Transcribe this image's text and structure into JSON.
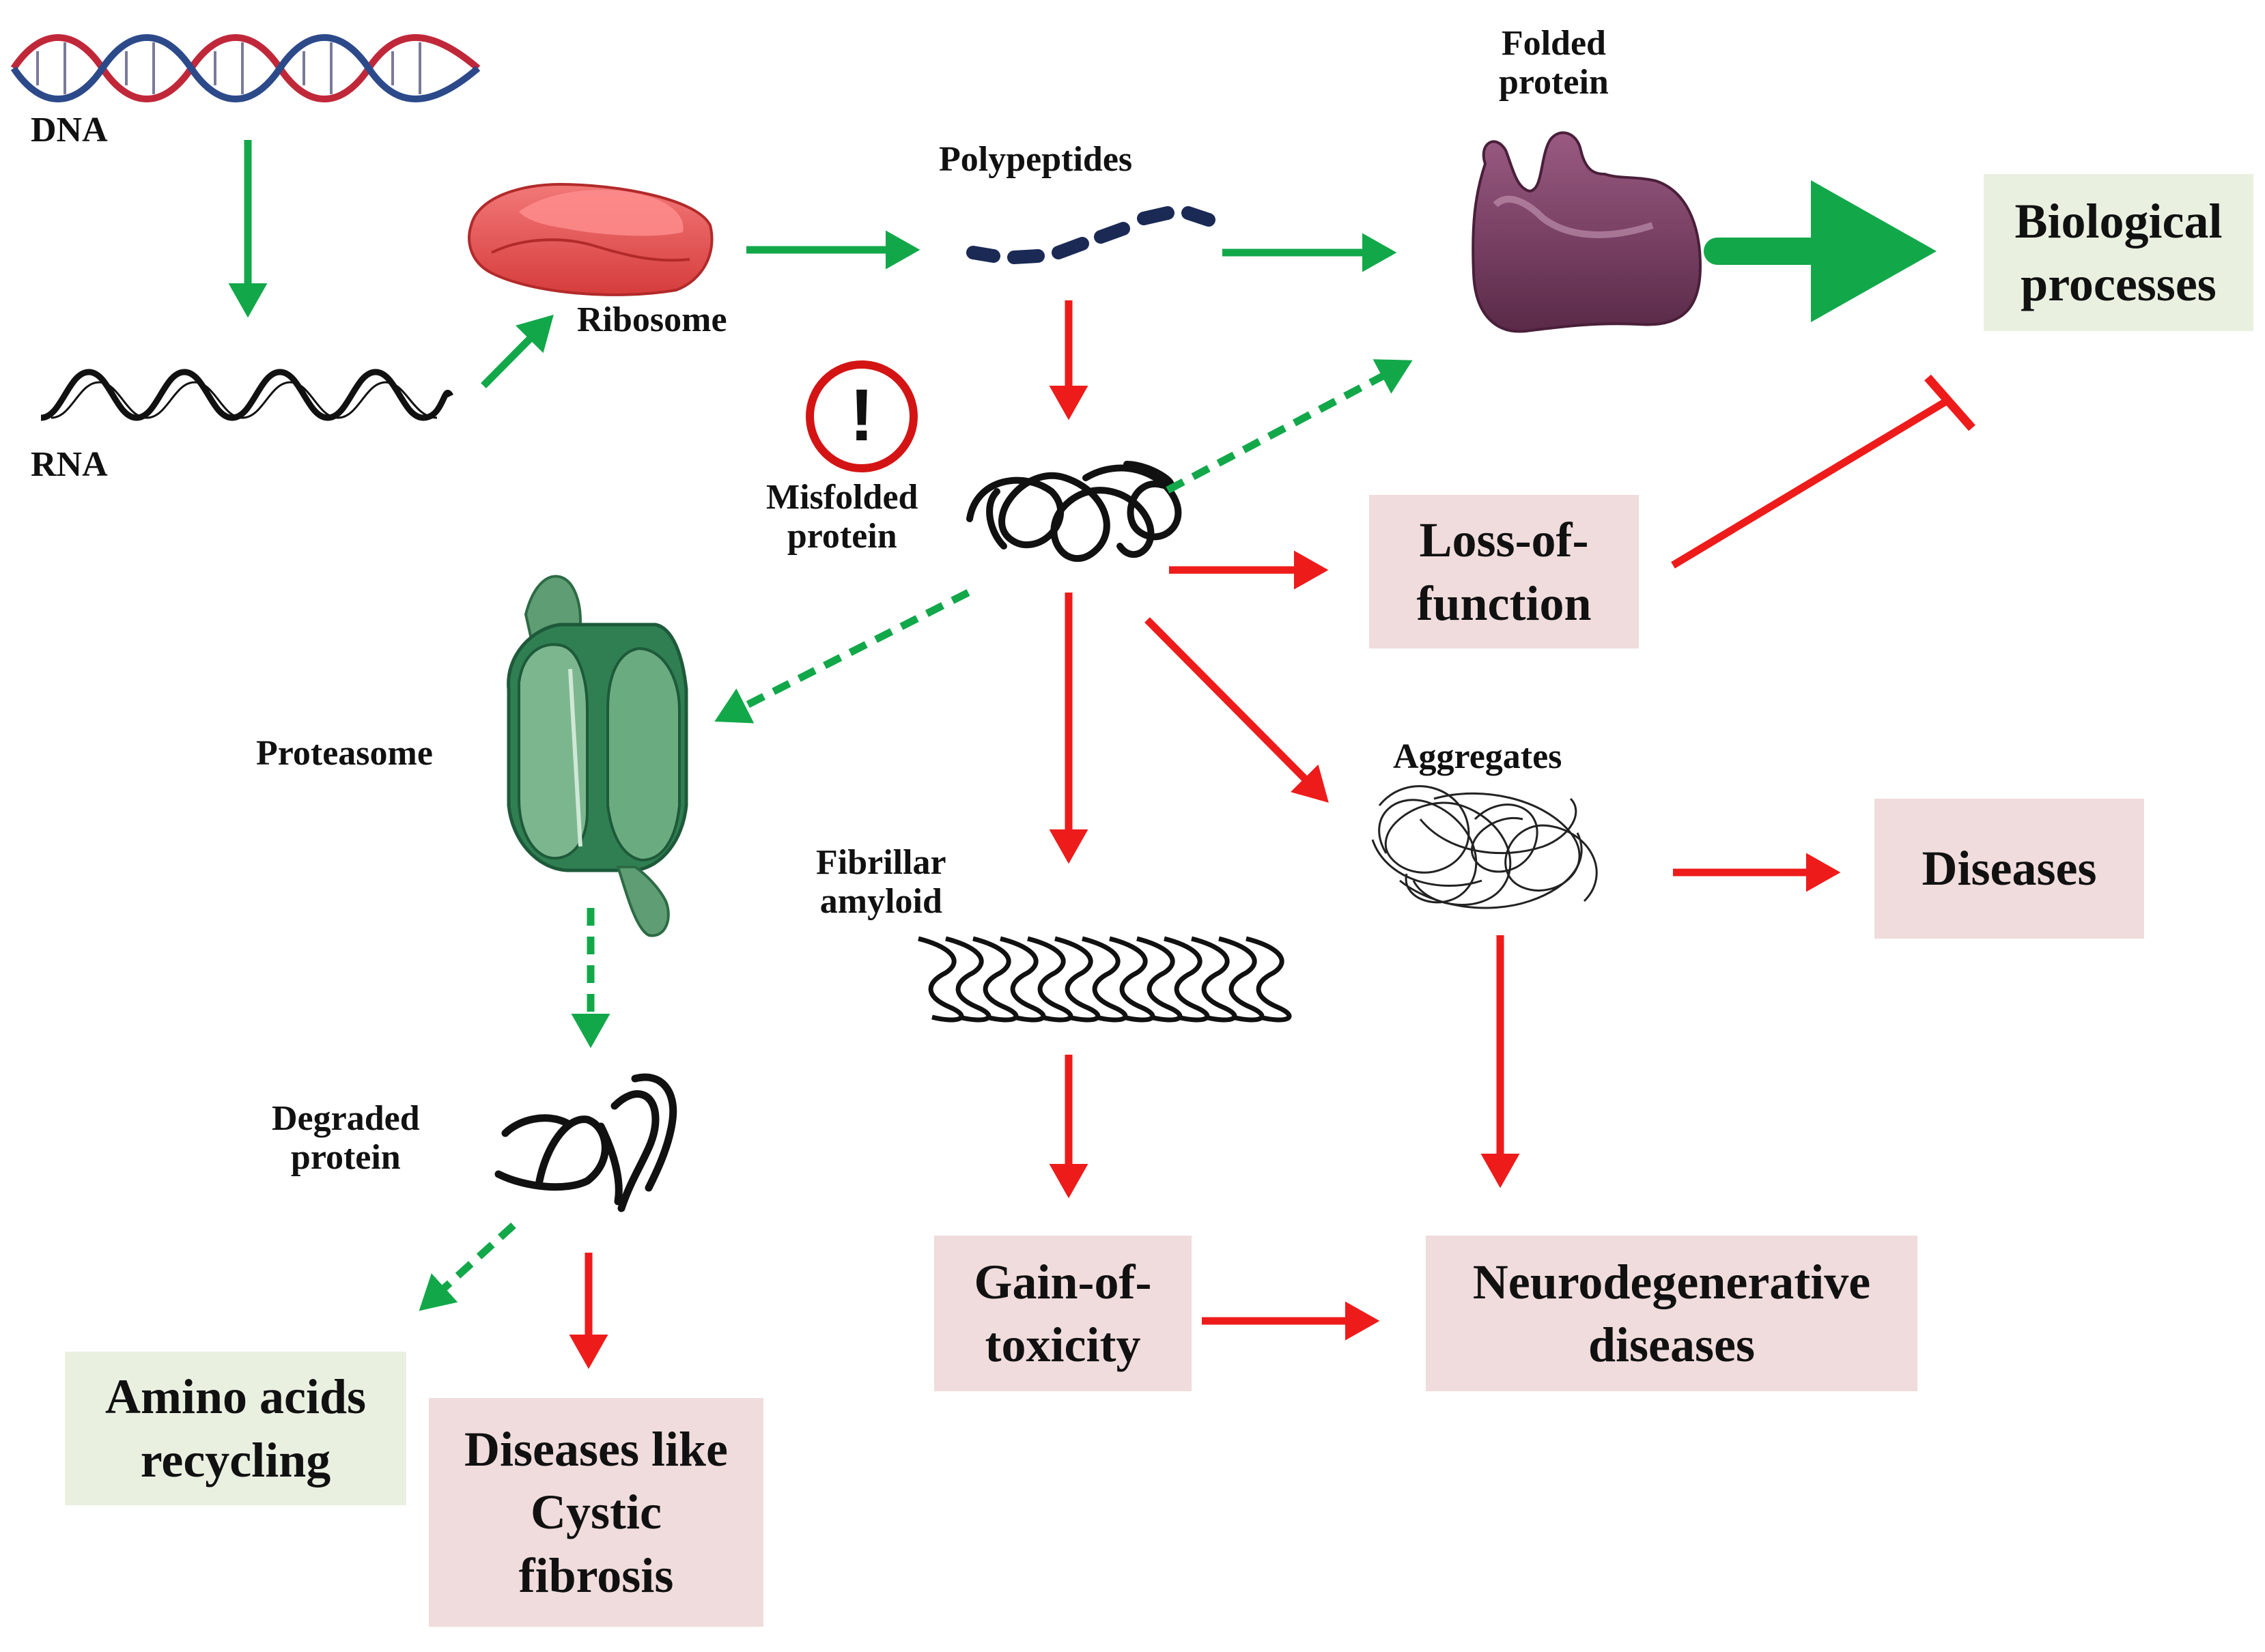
{
  "labels": {
    "dna": "DNA",
    "rna": "RNA",
    "ribosome": "Ribosome",
    "polypeptides": "Polypeptides",
    "folded_protein": [
      "Folded",
      "protein"
    ],
    "misfolded_protein": [
      "Misfolded",
      "protein"
    ],
    "proteasome": "Proteasome",
    "fibrillar_amyloid": [
      "Fibrillar",
      "amyloid"
    ],
    "aggregates": "Aggregates",
    "degraded_protein": [
      "Degraded",
      "protein"
    ],
    "warning_symbol": "!"
  },
  "boxes": {
    "biological_processes": [
      "Biological",
      "processes"
    ],
    "loss_of_function": [
      "Loss-of-",
      "function"
    ],
    "diseases": [
      "Diseases"
    ],
    "gain_of_toxicity": [
      "Gain-of-",
      "toxicity"
    ],
    "neurodegenerative_diseases": [
      "Neurodegenerative",
      "diseases"
    ],
    "amino_acids_recycling": [
      "Amino acids",
      "recycling"
    ],
    "diseases_like_cystic_fibrosis": [
      "Diseases like",
      "Cystic",
      "fibrosis"
    ]
  },
  "colors": {
    "green_arrow": "#12a84a",
    "red_arrow": "#ee1b1b",
    "green_box": "#e9f0e0",
    "pink_box": "#f0dcdc",
    "ribosome": "#ee5a5a",
    "folded_protein": "#7a3d62",
    "proteasome": "#3a8f5a",
    "polypeptide": "#1a2a55",
    "dna_red": "#c0283a",
    "dna_blue": "#2c4a8a"
  }
}
